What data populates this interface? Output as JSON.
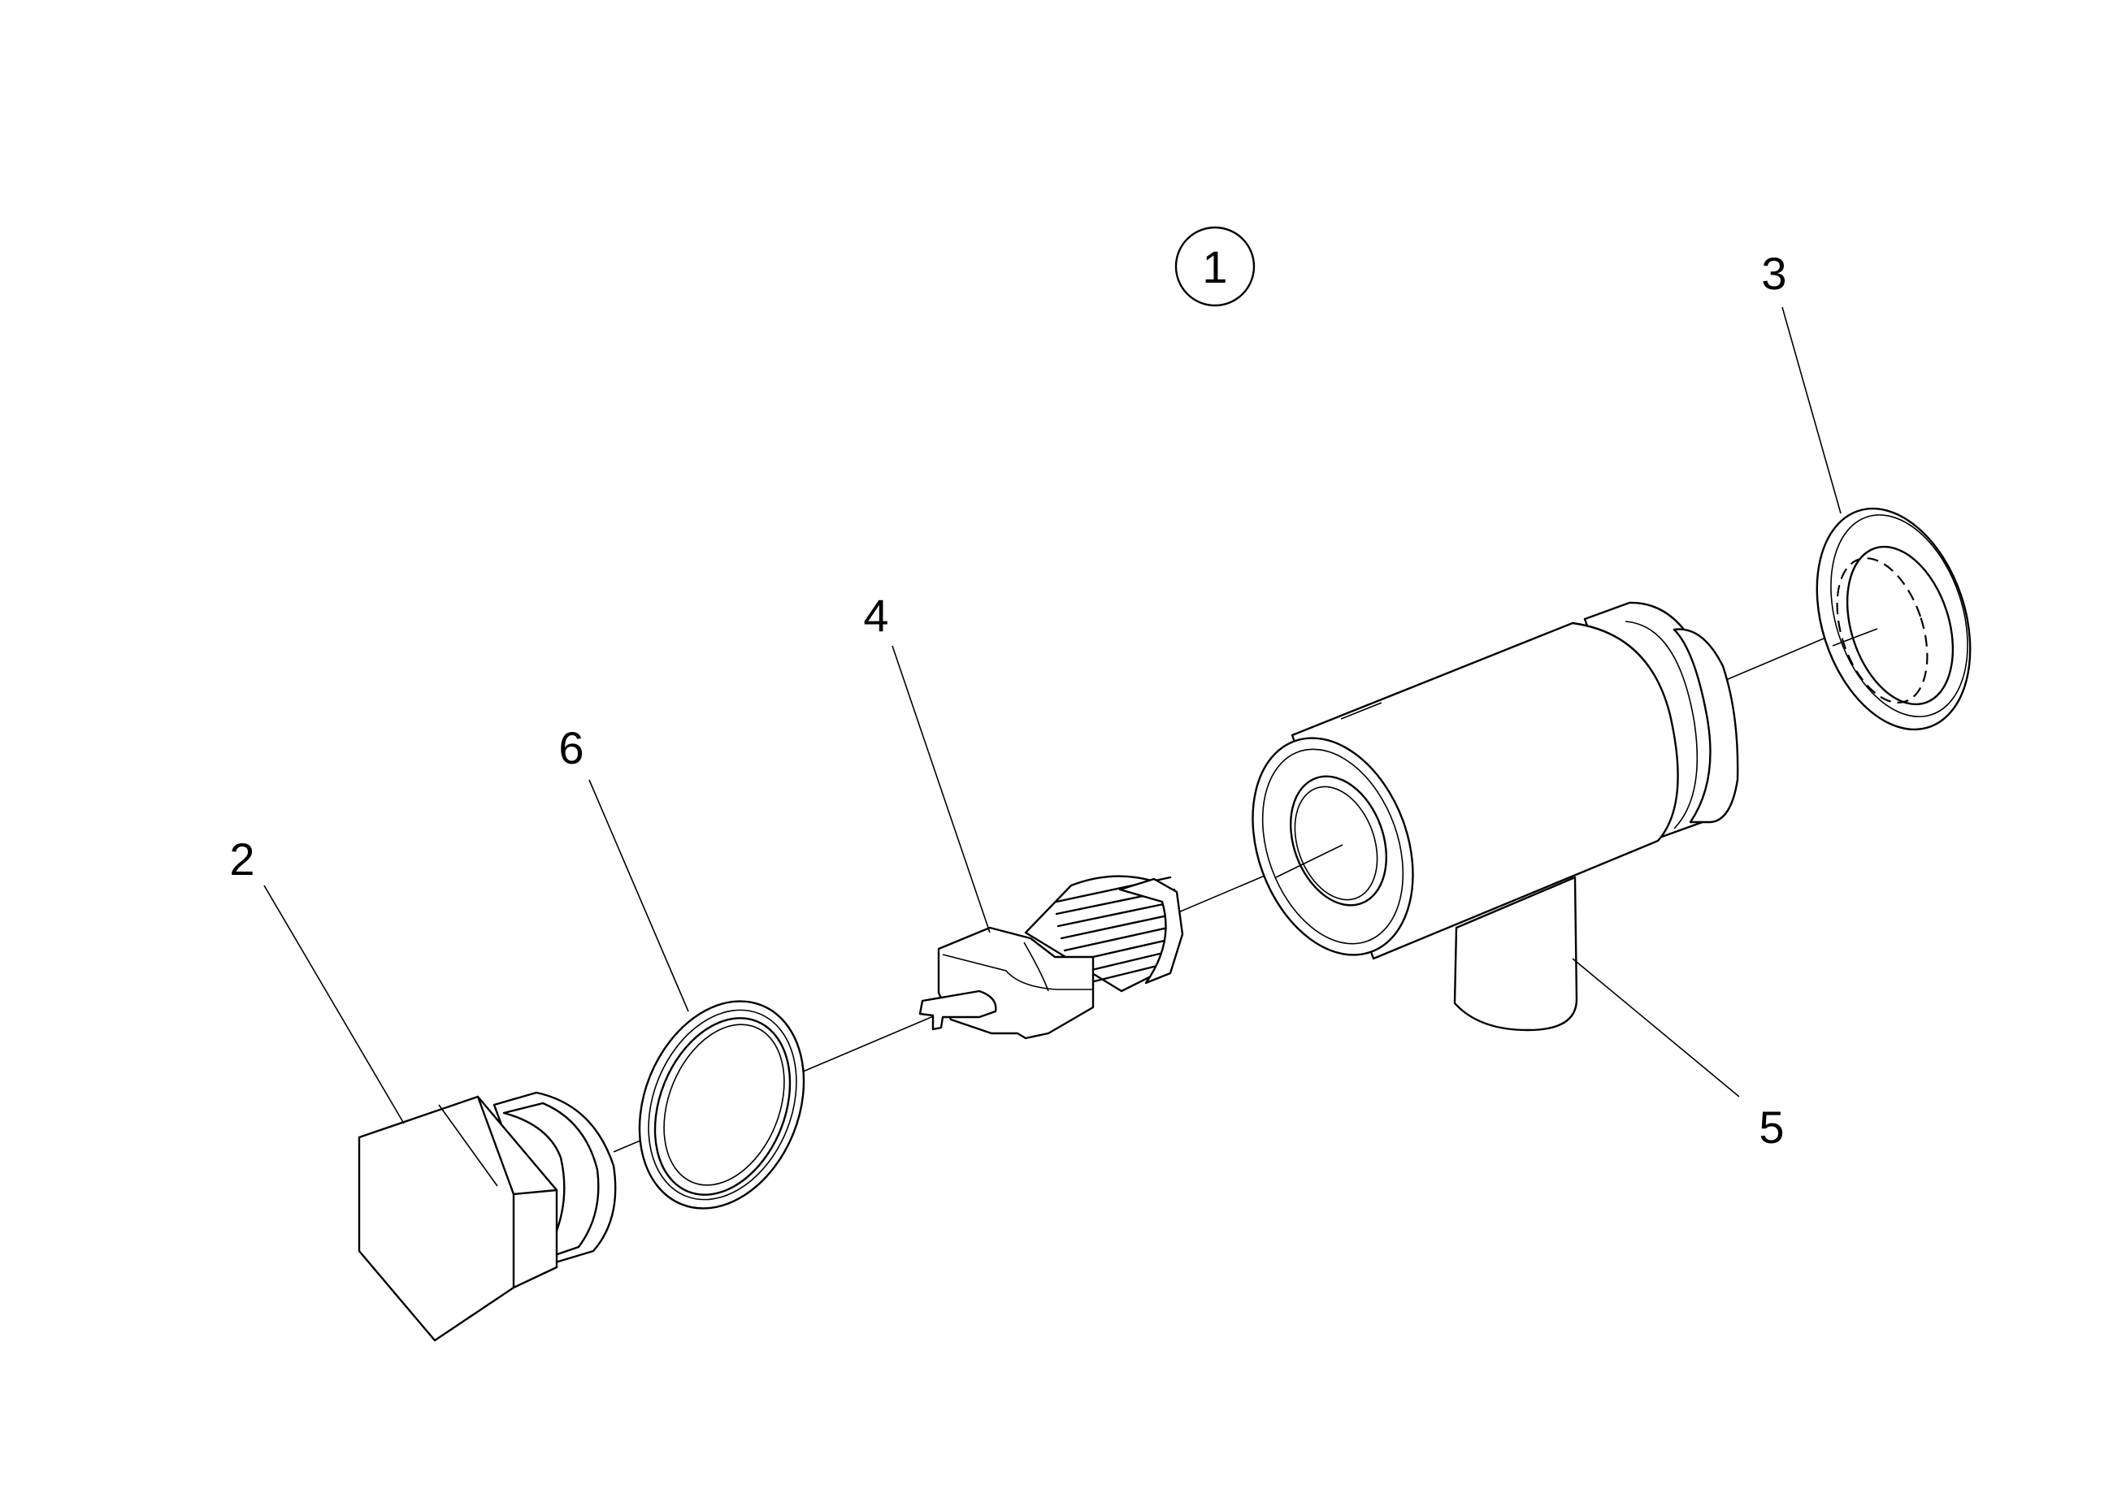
{
  "diagram": {
    "callouts": {
      "assembly": "1",
      "plug": "2",
      "ring_right": "3",
      "nipple": "4",
      "body": "5",
      "gasket": "6"
    }
  }
}
